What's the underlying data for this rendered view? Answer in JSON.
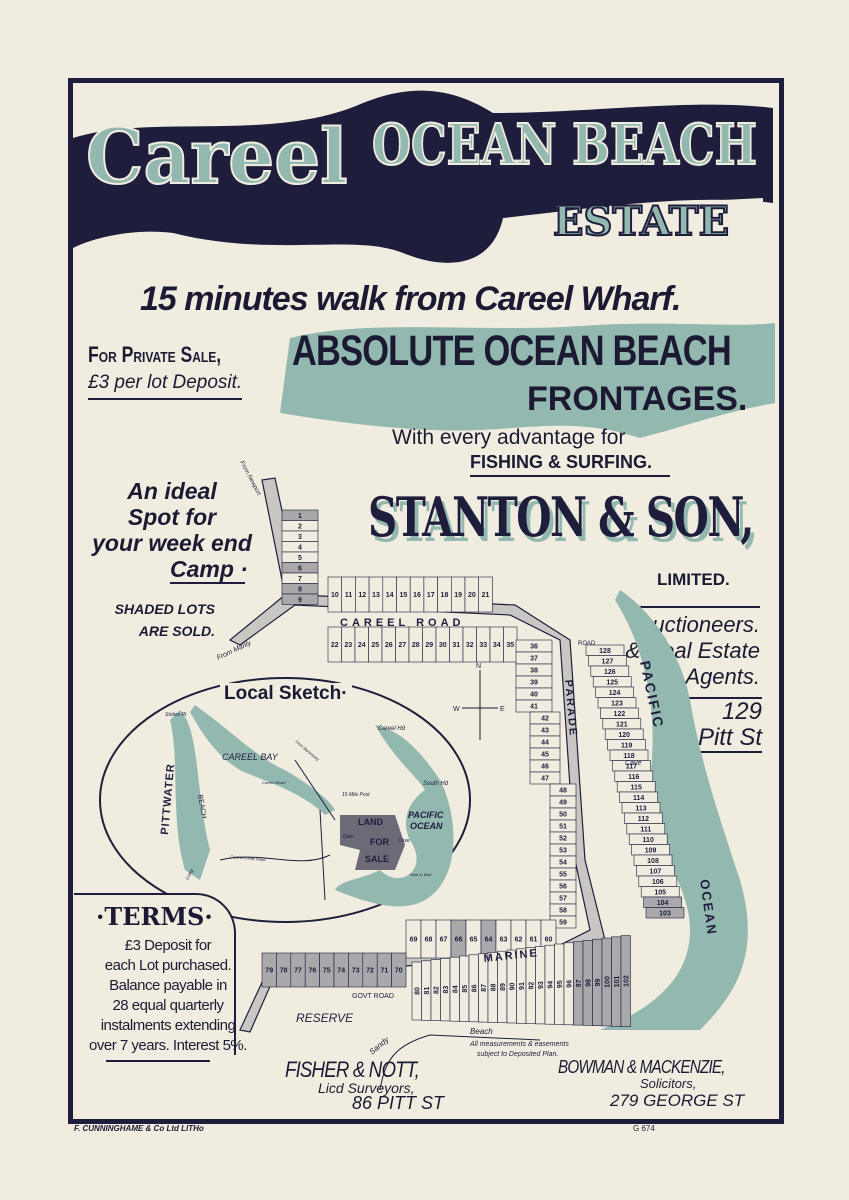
{
  "title": {
    "line1": "Careel",
    "line2": "Ocean Beach",
    "line3": "Estate"
  },
  "tagline": "15 minutes walk from Careel Wharf.",
  "sale": {
    "heading": "For Private Sale,",
    "deposit": "£3 per lot Deposit."
  },
  "frontages": {
    "line1": "Absolute Ocean Beach",
    "line2": "Frontages.",
    "sub1": "With every advantage for",
    "sub2": "Fishing & Surfing."
  },
  "camp": {
    "lines": [
      "An ideal",
      "Spot for",
      "your week end",
      "Camp ·"
    ],
    "shaded_note_1": "Shaded Lots",
    "shaded_note_2": "are sold."
  },
  "auctioneer": {
    "name": "Stanton & Son,",
    "limited": "Limited.",
    "role1": "Auctioneers.",
    "role2": "& Real Estate",
    "role3": "Agents.",
    "addr1": "129",
    "addr2": "Pitt St"
  },
  "map": {
    "roads": {
      "careel_road": "CAREEL ROAD",
      "parade": "PARADE",
      "marine": "MARINE",
      "govt_road": "GOVT ROAD",
      "road": "ROAD",
      "from_manly": "From Manly",
      "from_newport": "From Newport"
    },
    "labels": {
      "reserve": "RESERVE",
      "sandy": "Sandy",
      "beach": "Beach",
      "pacific": "PACIFIC",
      "ocean": "OCEAN",
      "cave": "Cave",
      "north": "N",
      "west": "W",
      "east": "E",
      "note1": "All measurements & easements",
      "note2": "subject to Deposited Plan."
    },
    "lots_north_strip": [
      "1",
      "2",
      "3",
      "4",
      "5",
      "6",
      "7",
      "8",
      "9"
    ],
    "lots_north_strip_sold": [
      true,
      false,
      false,
      false,
      false,
      true,
      false,
      true,
      true
    ],
    "lots_careel_north": [
      "10",
      "11",
      "12",
      "13",
      "14",
      "15",
      "16",
      "17",
      "18",
      "19",
      "20",
      "21"
    ],
    "lots_careel_south": [
      "22",
      "23",
      "24",
      "25",
      "26",
      "27",
      "28",
      "29",
      "30",
      "31",
      "32",
      "33",
      "34",
      "35"
    ],
    "lots_parade_west": [
      "36",
      "37",
      "38",
      "39",
      "40",
      "41",
      "42",
      "43",
      "44",
      "45",
      "46",
      "47",
      "48",
      "49",
      "50",
      "51",
      "52",
      "53",
      "54",
      "55",
      "56",
      "57",
      "58",
      "59"
    ],
    "lots_parade_east": [
      "128",
      "127",
      "126",
      "125",
      "124",
      "123",
      "122",
      "121",
      "120",
      "119",
      "118",
      "117",
      "116",
      "115",
      "114",
      "113",
      "112",
      "111",
      "110",
      "109",
      "108",
      "107",
      "106",
      "105",
      "104",
      "103"
    ],
    "lots_marine_north": [
      "60",
      "61",
      "62",
      "63",
      "64",
      "65",
      "66",
      "67",
      "68",
      "69"
    ],
    "lots_west": [
      "79",
      "78",
      "77",
      "76",
      "75",
      "74",
      "73",
      "72",
      "71",
      "70"
    ],
    "lots_marine_south": [
      "80",
      "81",
      "82",
      "83",
      "84",
      "85",
      "86",
      "87",
      "88",
      "89",
      "90",
      "91",
      "92",
      "93",
      "94",
      "95",
      "96",
      "97",
      "98",
      "99",
      "100",
      "101",
      "102"
    ]
  },
  "sketch": {
    "title": "Local Sketch·",
    "pittwater": "PITTWATER",
    "careel_bay": "CAREEL BAY",
    "beach": "BEACH",
    "land": "LAND",
    "for": "FOR",
    "sale": "SALE",
    "pacific": "PACIFIC",
    "ocean": "OCEAN",
    "careel_hd": "Careel Hd",
    "south_hd": "South Hd",
    "mile_post": "15 Mile Post",
    "cove": "Cove",
    "dam": "Dam",
    "stokes_pt": "Stokes Pt",
    "careel_wharf": "Careel Wharf",
    "from_barrenjoey": "From Barrenjoey",
    "central_road": "Central 9 Mile Road",
    "long": "Long",
    "hole_wall": "Hole in Wall"
  },
  "terms": {
    "title": "·Terms·",
    "lines": [
      "£3 Deposit for",
      "each Lot purchased.",
      "Balance payable in",
      "28 equal quarterly",
      "instalments extending",
      "over 7 years. Interest 5%."
    ]
  },
  "surveyors": {
    "name": "Fisher & Nott,",
    "role": "Licd Surveyors,",
    "addr": "86 Pitt St"
  },
  "solicitors": {
    "name": "Bowman & Mackenzie,",
    "role": "Solicitors,",
    "addr": "279 George St"
  },
  "footer": {
    "printer": "F. CUNNINGHAME & Co Ltd LITHo",
    "code": "G 674"
  },
  "colors": {
    "navy": "#1f1d3c",
    "teal": "#93b8b0",
    "paper": "#f1ece0",
    "sold": "#a9a8ab"
  }
}
